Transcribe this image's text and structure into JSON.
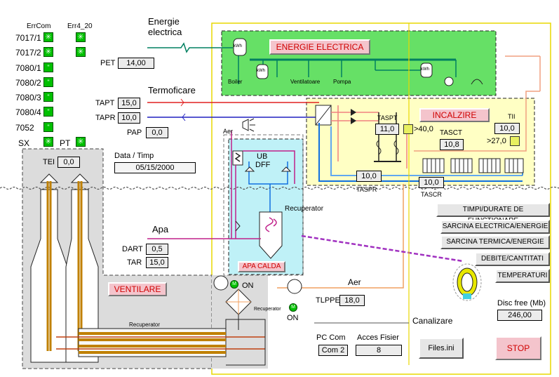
{
  "status_panel": {
    "headers": {
      "errcom": "ErrCom",
      "err4": "Err4_20"
    },
    "rows": [
      {
        "label": "7017/1",
        "icon": "asterisk"
      },
      {
        "label": "7017/2",
        "icon": "asterisk"
      },
      {
        "label": "7080/1",
        "icon": "quote"
      },
      {
        "label": "7080/2",
        "icon": "quote"
      },
      {
        "label": "7080/3",
        "icon": "quote"
      },
      {
        "label": "7080/4",
        "icon": "quote"
      },
      {
        "label": "7052",
        "icon": "quote"
      }
    ],
    "sx": "SX",
    "pt": "PT"
  },
  "energy": {
    "title_line1": "Energie",
    "title_line2": "electrica",
    "pet_label": "PET",
    "pet_value": "14,00",
    "panel_button": "ENERGIE ELECTRICA",
    "kwh_main": "kWh",
    "kwh_boiler": "kWh",
    "kwh_right": "kWh",
    "boiler": "Boiler",
    "ventilatoare": "Ventilatoare",
    "pompa": "Pompa"
  },
  "heating": {
    "title": "Termoficare",
    "tapt_label": "TAPT",
    "tapt_value": "15,0",
    "tapr_label": "TAPR",
    "tapr_value": "10,0",
    "pap_label": "PAP",
    "pap_value": "0,0",
    "button": "INCALZIRE",
    "taspt_label": "TASPT",
    "taspt_value": "11,0",
    "gt40": ">40,0",
    "tasct_label": "TASCT",
    "tasct_value": "10,8",
    "tii_label": "TII",
    "tii_value": "10,0",
    "gt27": ">27,0",
    "taspr_label": "TASPR",
    "taspr_value": "10,0",
    "tascr_label": "TASCR",
    "tascr_value": "10,0"
  },
  "datetime": {
    "label": "Data / Timp",
    "value": "05/15/2000"
  },
  "tei": {
    "label": "TEI",
    "value": "0,0"
  },
  "water": {
    "title": "Apa",
    "dart_label": "DART",
    "dart_value": "0,5",
    "tar_label": "TAR",
    "tar_value": "15,0",
    "aer": "Aer",
    "ub": "UB",
    "dff": "DFF",
    "recuperator": "Recuperator",
    "button": "APA CALDA"
  },
  "ventilation": {
    "button": "VENTILARE",
    "aer": "Aer",
    "on1": "ON",
    "on2": "ON",
    "recuperator_small": "Recuperator",
    "recuperator_main": "Recuperator",
    "tlppe_label": "TLPPE",
    "tlppe_value": "18,0"
  },
  "com": {
    "pc_label": "PC Com",
    "pc_value": "Com 2",
    "acces_label": "Acces Fisier",
    "acces_value": "8"
  },
  "menu": [
    "TIMPI/DURATE DE FUNCTIONARE",
    "SARCINA ELECTRICA/ENERGIE",
    "SARCINA TERMICA/ENERGIE",
    "DEBITE/CANTITATI",
    "TEMPERATURI"
  ],
  "disc": {
    "label": "Disc free (Mb)",
    "value": "246,00"
  },
  "canalizare": "Canalizare",
  "files_button": "Files.ini",
  "stop_button": "STOP",
  "colors": {
    "energy_panel": "#66e066",
    "heating_panel": "#ffffc4",
    "water_panel": "#bff1f7",
    "ventilation_panel": "#dcdcdc",
    "led_green": "#00c000",
    "red_button": "#f4c4cc"
  }
}
